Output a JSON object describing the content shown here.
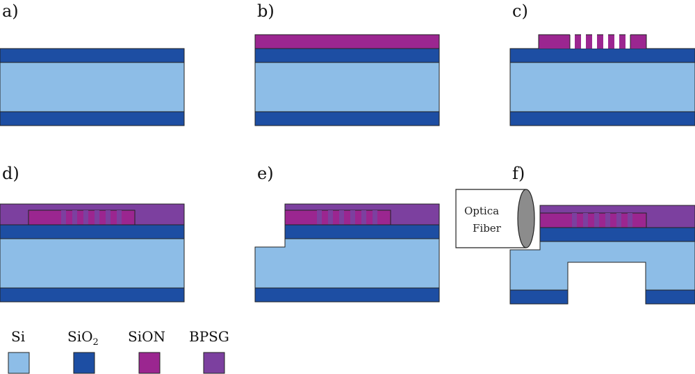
{
  "colors": {
    "si": "#8dbde7",
    "sio2": "#1d4ea3",
    "sion": "#9b2690",
    "bpsg": "#7c409f",
    "outline": "#222222"
  },
  "panels": {
    "a": "a)",
    "b": "b)",
    "c": "c)",
    "d": "d)",
    "e": "e)",
    "f": "f)"
  },
  "fiber": {
    "line1": "Optica",
    "line2": "Fiber"
  },
  "legend": {
    "si": "Si",
    "sio2_base": "SiO",
    "sio2_sub": "2",
    "sion": "SiON",
    "bpsg": "BPSG"
  }
}
